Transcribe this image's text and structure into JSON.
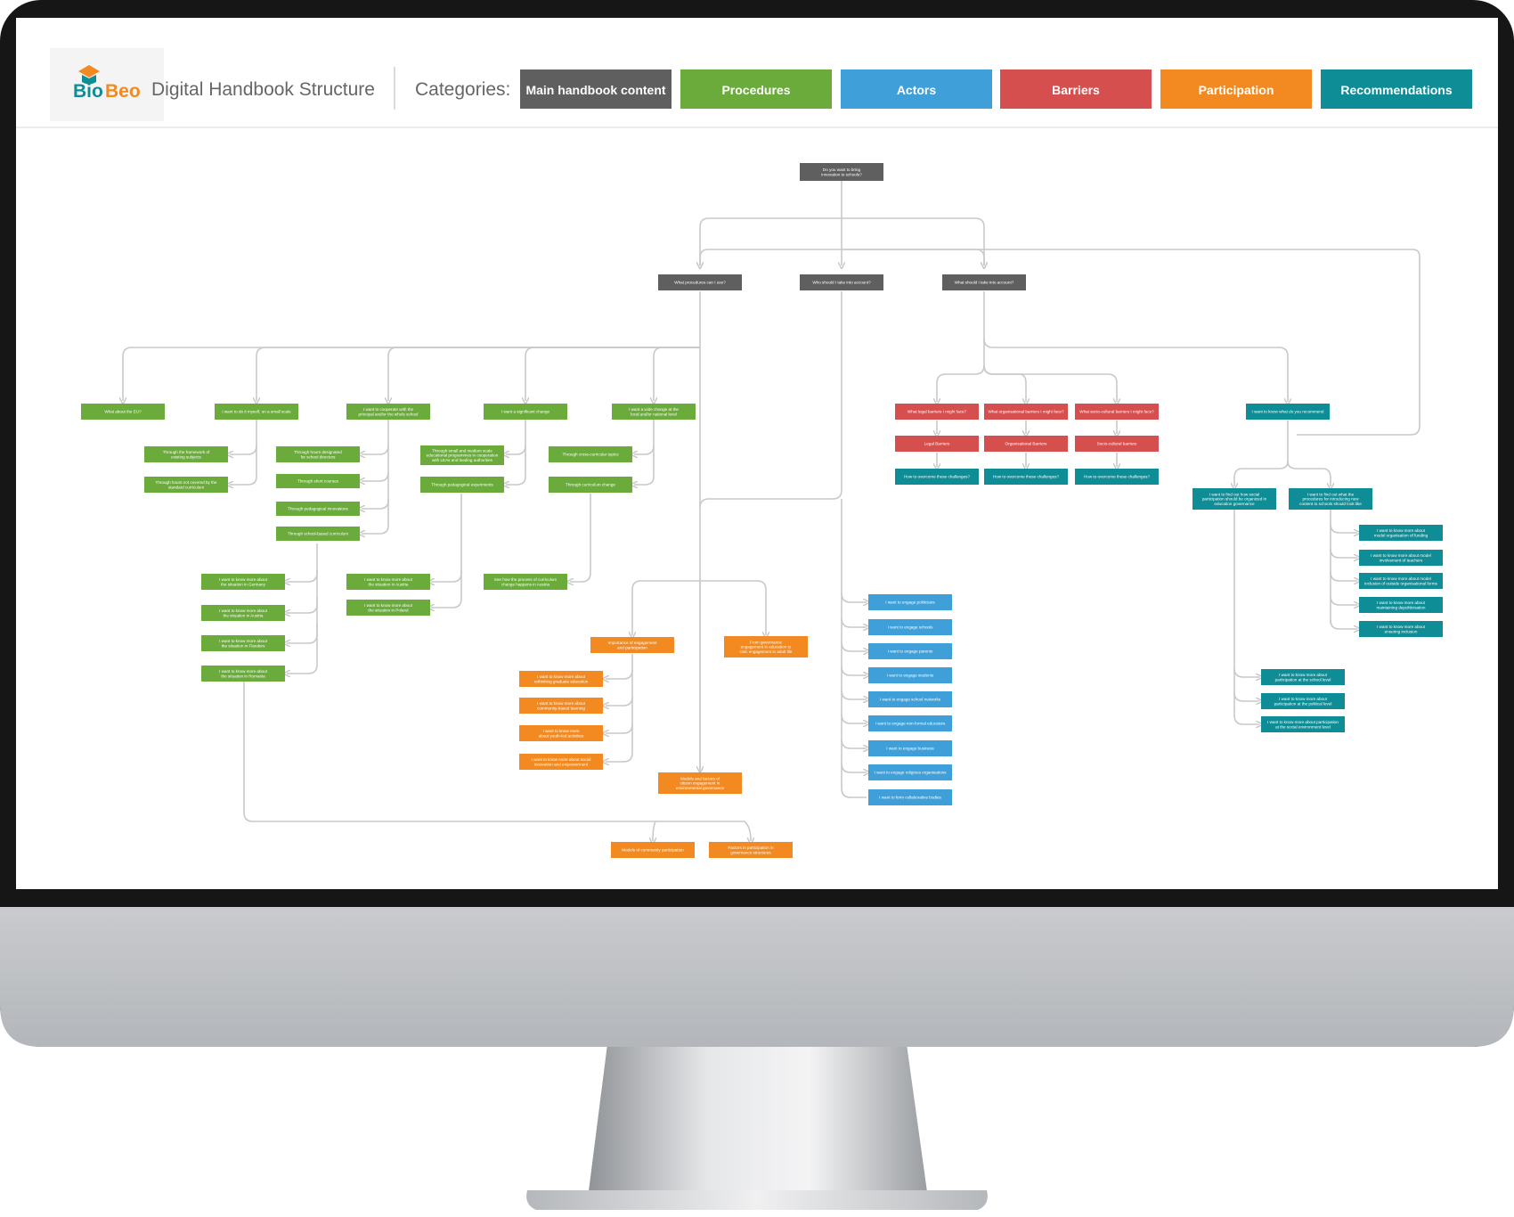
{
  "header": {
    "logo_text_bio": "Bio",
    "logo_text_beo": "Beo",
    "title": "Digital Handbook Structure",
    "categories_label": "Categories:"
  },
  "colors": {
    "main": "#5f5f5f",
    "procedures": "#6aab3c",
    "actors": "#3f9fd8",
    "barriers": "#d54f4f",
    "participation": "#f28a21",
    "recommendations": "#0e8d96",
    "bezel": "#161616",
    "stand": "#b9bcc0"
  },
  "legend": [
    {
      "label": "Main handbook content",
      "cat": "main"
    },
    {
      "label": "Procedures",
      "cat": "procedures"
    },
    {
      "label": "Actors",
      "cat": "actors"
    },
    {
      "label": "Barriers",
      "cat": "barriers"
    },
    {
      "label": "Participation",
      "cat": "participation"
    },
    {
      "label": "Recommendations",
      "cat": "recommendations"
    }
  ],
  "nodes": [
    {
      "id": "root",
      "cat": "main",
      "lines": [
        "Do you want to bring",
        "innovation to schools?"
      ]
    },
    {
      "id": "q1",
      "cat": "main",
      "lines": [
        "What procedures can I use?"
      ]
    },
    {
      "id": "q2",
      "cat": "main",
      "lines": [
        "Who should I take into account?"
      ]
    },
    {
      "id": "q3",
      "cat": "main",
      "lines": [
        "What should I take into account?"
      ]
    },
    {
      "id": "p1",
      "cat": "procedures",
      "lines": [
        "What about the EU?"
      ]
    },
    {
      "id": "p2",
      "cat": "procedures",
      "lines": [
        "I want to do it myself, on a small scale"
      ]
    },
    {
      "id": "p3",
      "cat": "procedures",
      "lines": [
        "I want to cooperate with the",
        "principal and/or the whole school"
      ]
    },
    {
      "id": "p4",
      "cat": "procedures",
      "lines": [
        "I want a significant change"
      ]
    },
    {
      "id": "p5",
      "cat": "procedures",
      "lines": [
        "I want a wide change at the",
        "local and/or national level"
      ]
    },
    {
      "id": "p2a",
      "cat": "procedures",
      "lines": [
        "Through the framework of",
        "existing subjects"
      ]
    },
    {
      "id": "p2b",
      "cat": "procedures",
      "lines": [
        "Through hours not covered by the",
        "standard curriculum"
      ]
    },
    {
      "id": "p3a",
      "cat": "procedures",
      "lines": [
        "Through hours designated",
        "for school directors"
      ]
    },
    {
      "id": "p3b",
      "cat": "procedures",
      "lines": [
        "Through short courses"
      ]
    },
    {
      "id": "p3c",
      "cat": "procedures",
      "lines": [
        "Through pedagogical innovations"
      ]
    },
    {
      "id": "p3d",
      "cat": "procedures",
      "lines": [
        "Through school-based curriculum"
      ]
    },
    {
      "id": "p4a",
      "cat": "procedures",
      "lines": [
        "Through small and medium scale",
        "educational programmes in cooperation",
        "with LEAs and leading authorities"
      ]
    },
    {
      "id": "p4b",
      "cat": "procedures",
      "lines": [
        "Through pedagogical experiments"
      ]
    },
    {
      "id": "p5a",
      "cat": "procedures",
      "lines": [
        "Through cross-curricular topics"
      ]
    },
    {
      "id": "p5b",
      "cat": "procedures",
      "lines": [
        "Through curriculum change"
      ]
    },
    {
      "id": "g1",
      "cat": "procedures",
      "lines": [
        "I want to know more about",
        "the situation in Germany"
      ]
    },
    {
      "id": "g2",
      "cat": "procedures",
      "lines": [
        "I want to know more about",
        "the situation in Austria"
      ]
    },
    {
      "id": "g3",
      "cat": "procedures",
      "lines": [
        "I want to know more about",
        "the situation in Flanders"
      ]
    },
    {
      "id": "g4",
      "cat": "procedures",
      "lines": [
        "I want to know more about",
        "the situation in Romania"
      ]
    },
    {
      "id": "h1",
      "cat": "procedures",
      "lines": [
        "I want to know more about",
        "the situation in Austria"
      ]
    },
    {
      "id": "h2",
      "cat": "procedures",
      "lines": [
        "I want to know more about",
        "the situation in Poland"
      ]
    },
    {
      "id": "i1",
      "cat": "procedures",
      "lines": [
        "See how the process of curriculum",
        "change happens in Austria"
      ]
    },
    {
      "id": "b1",
      "cat": "barriers",
      "lines": [
        "What legal barriers I might face?"
      ]
    },
    {
      "id": "b2",
      "cat": "barriers",
      "lines": [
        "What organisational barriers I might face?"
      ]
    },
    {
      "id": "b3",
      "cat": "barriers",
      "lines": [
        "What socio-cultural barriers I might face?"
      ]
    },
    {
      "id": "b1a",
      "cat": "barriers",
      "lines": [
        "Legal Barriers"
      ]
    },
    {
      "id": "b2a",
      "cat": "barriers",
      "lines": [
        "Organisational Barriers"
      ]
    },
    {
      "id": "b3a",
      "cat": "barriers",
      "lines": [
        "Socio-cultural barriers"
      ]
    },
    {
      "id": "c1",
      "cat": "recommendations",
      "lines": [
        "How to overcome these challenges?"
      ]
    },
    {
      "id": "c2",
      "cat": "recommendations",
      "lines": [
        "How to overcome these challenges?"
      ]
    },
    {
      "id": "c3",
      "cat": "recommendations",
      "lines": [
        "How to overcome these challenges?"
      ]
    },
    {
      "id": "r0",
      "cat": "recommendations",
      "lines": [
        "I want to know what do you recommend"
      ]
    },
    {
      "id": "r1",
      "cat": "recommendations",
      "lines": [
        "I want to find out how social",
        "participation should be organized in",
        "education governance"
      ]
    },
    {
      "id": "r2",
      "cat": "recommendations",
      "lines": [
        "I want to find out what the",
        "procedures for introducing new",
        "content to schools should look like"
      ]
    },
    {
      "id": "r2a",
      "cat": "recommendations",
      "lines": [
        "I want to know more about",
        "model organisation of funding"
      ]
    },
    {
      "id": "r2b",
      "cat": "recommendations",
      "lines": [
        "I want to know more about model",
        "involvement of teachers"
      ]
    },
    {
      "id": "r2c",
      "cat": "recommendations",
      "lines": [
        "I want to know more about model",
        "inclusion of outside organisational forms"
      ]
    },
    {
      "id": "r2d",
      "cat": "recommendations",
      "lines": [
        "I want to know more about",
        "maintaining depoliticisation"
      ]
    },
    {
      "id": "r2e",
      "cat": "recommendations",
      "lines": [
        "I want to know more about",
        "ensuring inclusion"
      ]
    },
    {
      "id": "r1a",
      "cat": "recommendations",
      "lines": [
        "I want to know more about",
        "participation at the school level"
      ]
    },
    {
      "id": "r1b",
      "cat": "recommendations",
      "lines": [
        "I want to know more about",
        "participation at the political level"
      ]
    },
    {
      "id": "r1c",
      "cat": "recommendations",
      "lines": [
        "I want to know more about participation",
        "at the social environment level"
      ]
    },
    {
      "id": "a1",
      "cat": "actors",
      "lines": [
        "I want to engage politicians"
      ]
    },
    {
      "id": "a2",
      "cat": "actors",
      "lines": [
        "I want to engage schools"
      ]
    },
    {
      "id": "a3",
      "cat": "actors",
      "lines": [
        "I want to engage parents"
      ]
    },
    {
      "id": "a4",
      "cat": "actors",
      "lines": [
        "I want to engage students"
      ]
    },
    {
      "id": "a5",
      "cat": "actors",
      "lines": [
        "I want to engage school networks"
      ]
    },
    {
      "id": "a6",
      "cat": "actors",
      "lines": [
        "I want to engage non-formal educators"
      ]
    },
    {
      "id": "a7",
      "cat": "actors",
      "lines": [
        "I want to engage business"
      ]
    },
    {
      "id": "a8",
      "cat": "actors",
      "lines": [
        "I want to engage religious organisations"
      ]
    },
    {
      "id": "a9",
      "cat": "actors",
      "lines": [
        "I want to form collaborative bodies"
      ]
    },
    {
      "id": "o1",
      "cat": "participation",
      "lines": [
        "Importance of engagement",
        "and participation"
      ]
    },
    {
      "id": "o2",
      "cat": "participation",
      "lines": [
        "From governance",
        "engagement in education to",
        "civic engagement in adult life"
      ]
    },
    {
      "id": "o1a",
      "cat": "participation",
      "lines": [
        "I want to know more about",
        "rethinking graduate education"
      ]
    },
    {
      "id": "o1b",
      "cat": "participation",
      "lines": [
        "I want to know more about",
        "community-based learning"
      ]
    },
    {
      "id": "o1c",
      "cat": "participation",
      "lines": [
        "I want to know more",
        "about youth-led activities"
      ]
    },
    {
      "id": "o1d",
      "cat": "participation",
      "lines": [
        "I want to know more about social",
        "innovation and empowerment"
      ]
    },
    {
      "id": "o3",
      "cat": "participation",
      "lines": [
        "Models and factors of",
        "citizen engagement in",
        "environmental governance"
      ]
    },
    {
      "id": "o3a",
      "cat": "participation",
      "lines": [
        "Models of community participation"
      ]
    },
    {
      "id": "o3b",
      "cat": "participation",
      "lines": [
        "Factors in participation in",
        "governance structures"
      ]
    }
  ]
}
